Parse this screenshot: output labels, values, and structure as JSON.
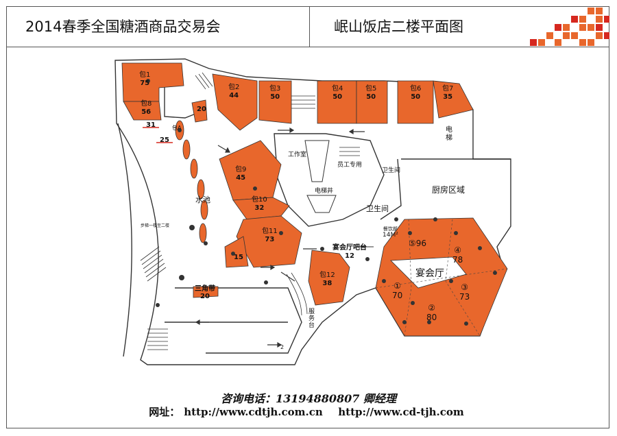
{
  "header": {
    "event_title": "2014春季全国糖酒商品交易会",
    "venue_title": "岷山饭店二楼平面图"
  },
  "rooms": [
    {
      "id": "bao1",
      "name": "包1",
      "seats": "75"
    },
    {
      "id": "bao8",
      "name": "包8",
      "seats": "56"
    },
    {
      "id": "bao2",
      "name": "包2",
      "seats": "44"
    },
    {
      "id": "bao3",
      "name": "包3",
      "seats": "50"
    },
    {
      "id": "bao4",
      "name": "包4",
      "seats": "50"
    },
    {
      "id": "bao5",
      "name": "包5",
      "seats": "50"
    },
    {
      "id": "bao6",
      "name": "包6",
      "seats": "50"
    },
    {
      "id": "bao7",
      "name": "包7",
      "seats": "35"
    },
    {
      "id": "bao9",
      "name": "包9",
      "seats": "45"
    },
    {
      "id": "bao10",
      "name": "包10",
      "seats": "32"
    },
    {
      "id": "bao11",
      "name": "包11",
      "seats": "73"
    },
    {
      "id": "bao12",
      "name": "包12",
      "seats": "38"
    }
  ],
  "banquet": {
    "name": "宴会厅",
    "sections": [
      {
        "id": "1",
        "label": "①",
        "seats": "70"
      },
      {
        "id": "2",
        "label": "②",
        "seats": "80"
      },
      {
        "id": "3",
        "label": "③",
        "seats": "73"
      },
      {
        "id": "4",
        "label": "④",
        "seats": "78"
      },
      {
        "id": "5",
        "label": "⑤96"
      }
    ]
  },
  "labels": {
    "seat_20_top": "20",
    "seat_31": "31",
    "seat_25": "25",
    "pool": "水池",
    "seat_15": "15",
    "triangle_area": "三角带",
    "triangle_seats": "20",
    "bar_name": "宴会厅吧台",
    "bar_seats": "12",
    "workroom": "工作室",
    "staff_only": "员工专用",
    "elevator_shaft": "电梯井",
    "elevator": "电梯",
    "restroom_small": "卫生间",
    "restroom": "卫生间",
    "kitchen": "厨房区域",
    "service_desk": "服务台",
    "bar_small": "餐饮部",
    "bar_small_size": "14M²",
    "stairs_note": "步梯一楼至二楼",
    "bao_a": "包A",
    "seat_2": "2"
  },
  "footer": {
    "consult_label": "咨询电话：",
    "phone": "13194880807",
    "manager": "卿经理",
    "web_label": "网址：",
    "url1": "http://www.cdtjh.com.cn",
    "url2": "http://www.cd-tjh.com"
  },
  "colors": {
    "room_fill": "#E8672C",
    "wall": "#333333",
    "accent_red": "#D6281F"
  }
}
